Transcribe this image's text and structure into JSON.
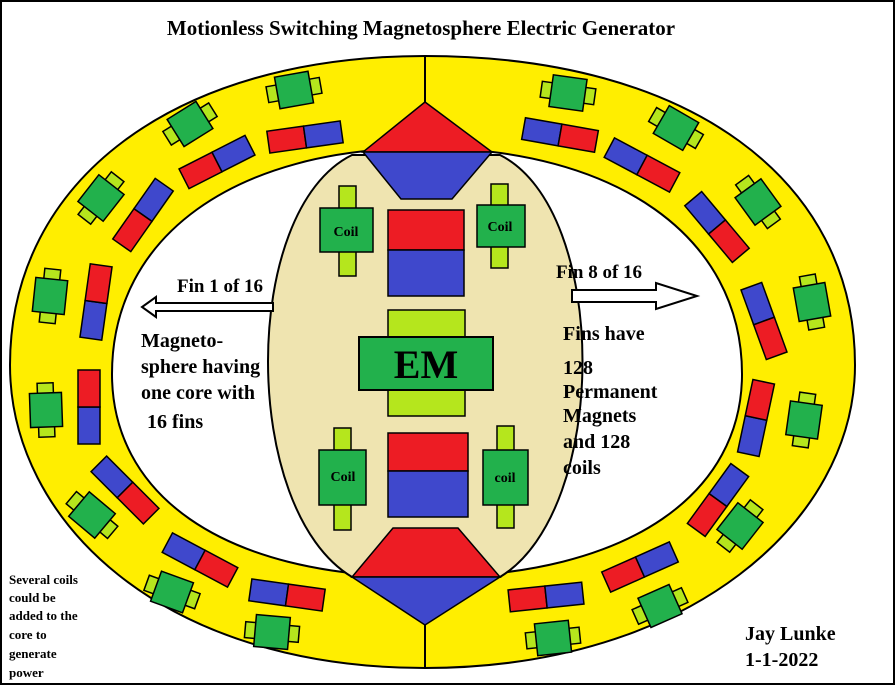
{
  "title": "Motionless Switching Magnetosphere Electric Generator",
  "labels": {
    "fin_left": "Fin 1 of 16",
    "fin_right": "Fin 8 of 16",
    "center": "EM",
    "coil": "Coil",
    "coil_lower_right": "coil"
  },
  "notes": {
    "magnetosphere": [
      "Magneto-",
      "sphere having",
      "one core with",
      " 16 fins"
    ],
    "fins": [
      "Fins have",
      "128",
      "Permanent",
      "Magnets",
      "and 128",
      "coils"
    ],
    "several_coils": [
      "Several coils",
      "could be",
      "added to the",
      "core to",
      "generate",
      "power"
    ]
  },
  "author": "Jay Lunke",
  "date": "1-1-2022",
  "colors": {
    "ring": "#ffee00",
    "core": "#efe4b0",
    "magnet_north": "#ed1c24",
    "magnet_south": "#3f48cc",
    "coil": "#22b14c",
    "em_core": "#b5e61d",
    "outline": "#000000"
  }
}
